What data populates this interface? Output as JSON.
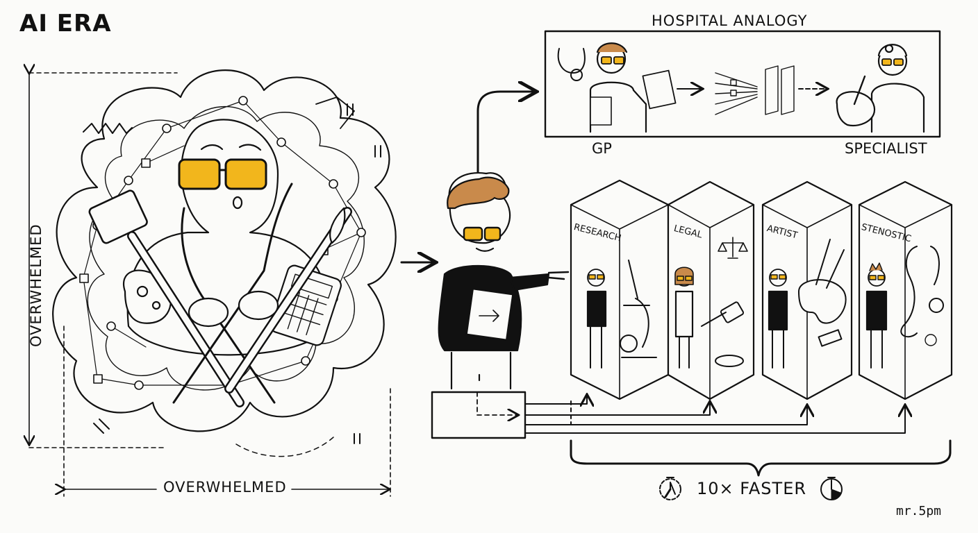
{
  "title": "AI ERA",
  "hospital_analogy": {
    "heading": "HOSPITAL ANALOGY",
    "left_label": "GP",
    "right_label": "SPECIALIST"
  },
  "overwhelmed": {
    "bottom_label": "OVERWHELMED",
    "side_label": "OVERWHELMED"
  },
  "specialists": [
    {
      "label": "RESEARCH",
      "tool": "microscope-icon"
    },
    {
      "label": "LEGAL",
      "tool": "gavel-icon"
    },
    {
      "label": "ARTIST",
      "tool": "palette-icon"
    },
    {
      "label": "STENOSTIC",
      "tool": "stethoscope-icon"
    }
  ],
  "speed_label": "10× FASTER",
  "signature": "mr.5pm",
  "colors": {
    "ink": "#111111",
    "glasses": "#f2b61c",
    "hair": "#c98a4b",
    "paper": "#fbfbf9"
  }
}
